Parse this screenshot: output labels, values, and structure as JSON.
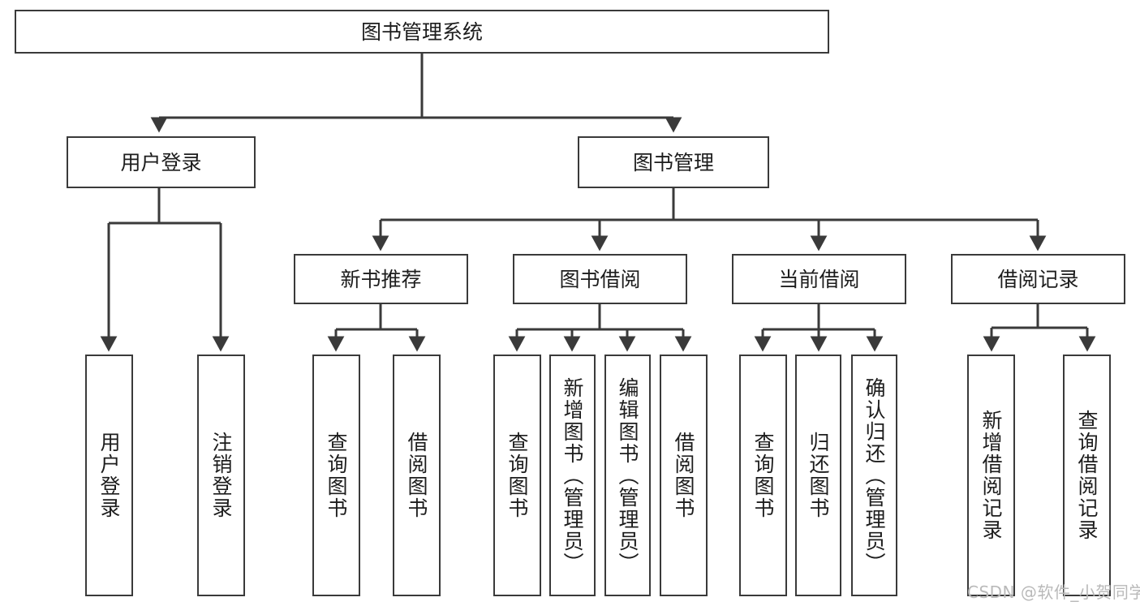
{
  "diagram": {
    "title": "图书管理系统",
    "type": "tree-hierarchy-flowchart",
    "root": {
      "id": "root",
      "label": "图书管理系统"
    },
    "level2": [
      {
        "id": "login",
        "label": "用户登录"
      },
      {
        "id": "bookmgmt",
        "label": "图书管理"
      }
    ],
    "level3": [
      {
        "id": "newbook",
        "label": "新书推荐",
        "parent": "bookmgmt"
      },
      {
        "id": "borrow",
        "label": "图书借阅",
        "parent": "bookmgmt"
      },
      {
        "id": "current",
        "label": "当前借阅",
        "parent": "bookmgmt"
      },
      {
        "id": "record",
        "label": "借阅记录",
        "parent": "bookmgmt"
      }
    ],
    "leaves": [
      {
        "id": "leaf-user-login",
        "label": "用户登录",
        "parent": "login"
      },
      {
        "id": "leaf-user-logout",
        "label": "注销登录",
        "parent": "login"
      },
      {
        "id": "leaf-newbook-query",
        "label": "查询图书",
        "parent": "newbook"
      },
      {
        "id": "leaf-newbook-borrow",
        "label": "借阅图书",
        "parent": "newbook"
      },
      {
        "id": "leaf-borrow-query",
        "label": "查询图书",
        "parent": "borrow"
      },
      {
        "id": "leaf-borrow-add",
        "label": "新增图书（管理员）",
        "parent": "borrow"
      },
      {
        "id": "leaf-borrow-edit",
        "label": "编辑图书（管理员）",
        "parent": "borrow"
      },
      {
        "id": "leaf-borrow-lend",
        "label": "借阅图书",
        "parent": "borrow"
      },
      {
        "id": "leaf-current-query",
        "label": "查询图书",
        "parent": "current"
      },
      {
        "id": "leaf-current-return",
        "label": "归还图书",
        "parent": "current"
      },
      {
        "id": "leaf-current-confirm",
        "label": "确认归还（管理员）",
        "parent": "current"
      },
      {
        "id": "leaf-record-add",
        "label": "新增借阅记录",
        "parent": "record"
      },
      {
        "id": "leaf-record-query",
        "label": "查询借阅记录",
        "parent": "record"
      }
    ]
  },
  "watermark": {
    "text": "CSDN @软件_小贺同学"
  },
  "colors": {
    "stroke": "#3a3a3a",
    "text": "#1d1d1d",
    "background": "#ffffff",
    "watermark": "#b9b9b9"
  }
}
